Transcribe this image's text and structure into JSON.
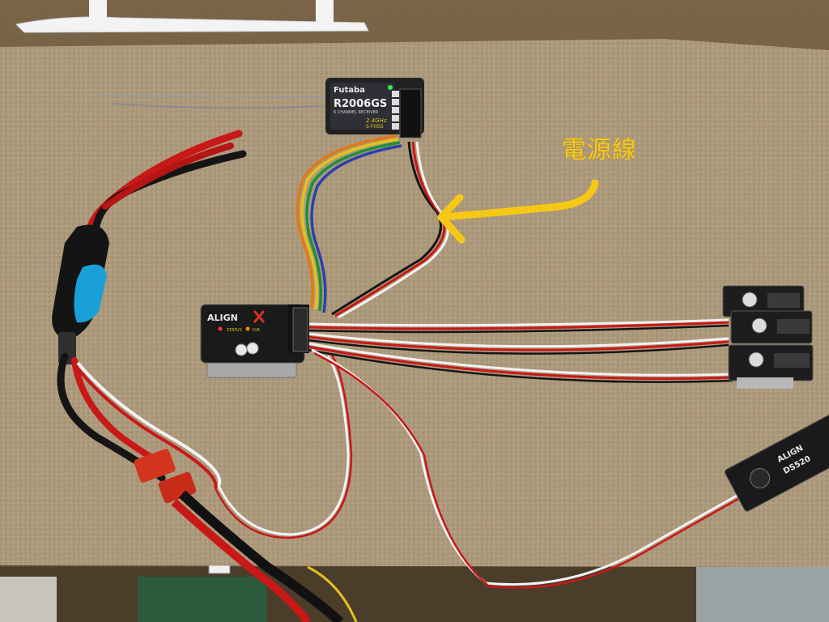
{
  "annotation": {
    "label": "電源線"
  },
  "receiver": {
    "brand": "Futaba",
    "model": "R2006GS",
    "subtitle": "6 CHANNEL RECEIVER",
    "band": "2.4GHz",
    "system": "S-FHSS",
    "tag": "S-FHSS"
  },
  "gyro": {
    "brand": "ALIGN",
    "status_label": "STATUS",
    "mode_label": "D/R"
  },
  "servo_large": {
    "brand": "ALIGN",
    "model": "DS520"
  },
  "colors": {
    "carpet": "#ad9a7c",
    "annotation": "#f6c816",
    "wire_red": "#c81818",
    "wire_black": "#151515",
    "wire_white": "#f2f2f2",
    "wire_blue": "#2b3fae",
    "wire_green": "#1f8f3a",
    "wire_yellow": "#e3c21c",
    "wire_orange": "#e0791a",
    "esc_wrap": "#1aa0d8"
  }
}
